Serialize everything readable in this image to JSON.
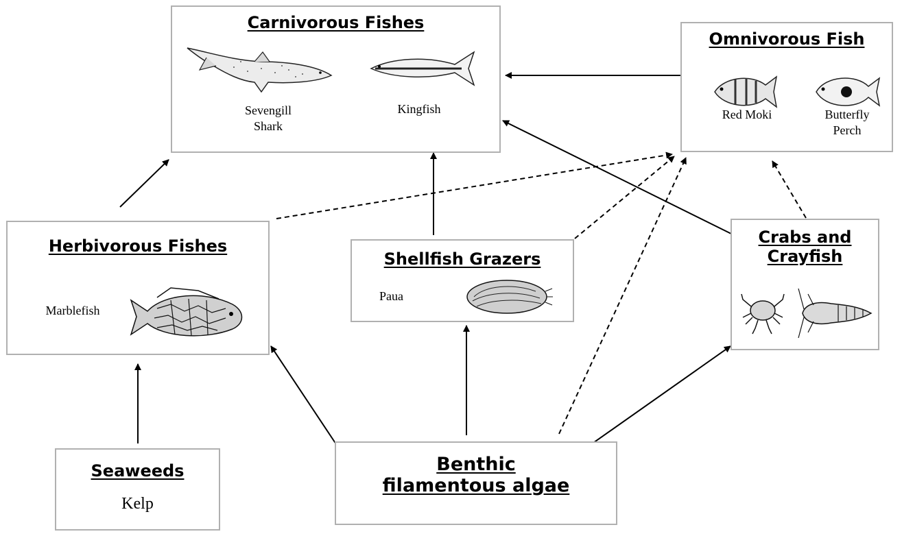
{
  "nodes": {
    "carnivorous": {
      "title": "Carnivorous Fishes",
      "species": [
        "Sevengill Shark",
        "Kingfish"
      ],
      "shark_lines": [
        "Sevengill",
        "Shark"
      ]
    },
    "omnivorous": {
      "title": "Omnivorous Fish",
      "species": [
        "Red Moki",
        "Butterfly Perch"
      ],
      "perch_lines": [
        "Butterfly",
        "Perch"
      ]
    },
    "herbivorous": {
      "title": "Herbivorous Fishes",
      "species": [
        "Marblefish"
      ]
    },
    "shellfish": {
      "title": "Shellfish Grazers",
      "species": [
        "Paua"
      ]
    },
    "crabs": {
      "title_lines": [
        "Crabs and",
        "Crayfish"
      ],
      "species": [
        "crab-icon",
        "crayfish-icon"
      ]
    },
    "seaweeds": {
      "title": "Seaweeds",
      "species": [
        "Kelp"
      ]
    },
    "benthic": {
      "title_lines": [
        "Benthic",
        "filamentous algae"
      ]
    }
  },
  "edges": [
    {
      "from": "omnivorous",
      "to": "carnivorous",
      "style": "solid"
    },
    {
      "from": "herbivorous",
      "to": "carnivorous",
      "style": "solid"
    },
    {
      "from": "shellfish",
      "to": "carnivorous",
      "style": "solid"
    },
    {
      "from": "crabs",
      "to": "carnivorous",
      "style": "solid"
    },
    {
      "from": "herbivorous",
      "to": "omnivorous",
      "style": "dashed"
    },
    {
      "from": "shellfish",
      "to": "omnivorous",
      "style": "dashed"
    },
    {
      "from": "benthic",
      "to": "omnivorous",
      "style": "dashed"
    },
    {
      "from": "crabs",
      "to": "omnivorous",
      "style": "dashed"
    },
    {
      "from": "seaweeds",
      "to": "herbivorous",
      "style": "solid"
    },
    {
      "from": "benthic",
      "to": "herbivorous",
      "style": "solid"
    },
    {
      "from": "benthic",
      "to": "shellfish",
      "style": "solid"
    },
    {
      "from": "benthic",
      "to": "crabs",
      "style": "solid"
    }
  ]
}
